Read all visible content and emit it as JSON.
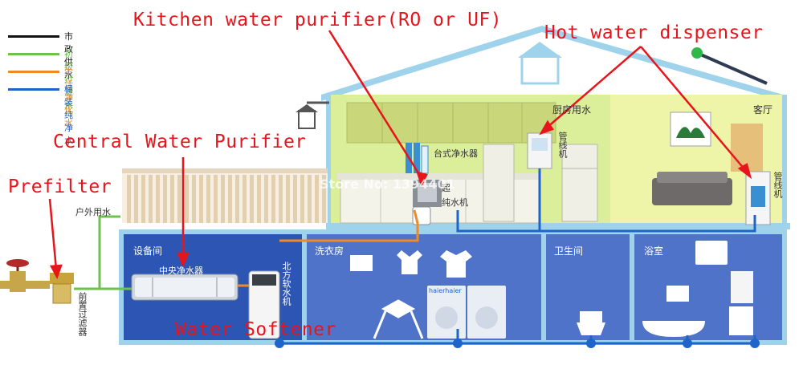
{
  "legend": [
    {
      "label": "市政供水",
      "color": "#111111",
      "text_color": "#111111"
    },
    {
      "label": "初级过滤水",
      "color": "#6cc24a",
      "text_color": "#6cc24a"
    },
    {
      "label": "生活净化水",
      "color": "#f08a24",
      "text_color": "#f08a24"
    },
    {
      "label": "桶装纯净水",
      "color": "#1f64c8",
      "text_color": "#1f64c8"
    }
  ],
  "callouts": {
    "kitchen_purifier": "Kitchen water purifier(RO or UF)",
    "hot_water_dispenser": "Hot water dispenser",
    "central_purifier": "Central Water Purifier",
    "prefilter": "Prefilter",
    "water_softener": "Water Softener"
  },
  "rooms": {
    "kitchen": "厨房用水",
    "living_room": "客厅",
    "equipment_room": "设备间",
    "laundry": "洗衣房",
    "toilet": "卫生间",
    "bathroom": "浴室"
  },
  "labels": {
    "outdoor_water": "户外用水",
    "central_unit": "中央净水器",
    "softener_unit": "北方软水机",
    "prefilter_unit": "前置过滤器",
    "desktop_purifier": "台式净水器",
    "pure_water_machine": "纯水机",
    "pure_water_prefix": "超",
    "pipeline_machine_kitchen": "管线机",
    "pipeline_machine_living": "管线机",
    "washer_brand": "haierhaier",
    "watermark": "Store No: 1394401"
  },
  "colors": {
    "roof": "#9fd3ec",
    "upper_floor": "#dbee9a",
    "lower_floor": "#4f73c9",
    "pipe_blue": "#1f64c8",
    "pipe_green": "#6cc24a",
    "pipe_orange": "#f08a24",
    "callout_red": "#e8141b"
  }
}
